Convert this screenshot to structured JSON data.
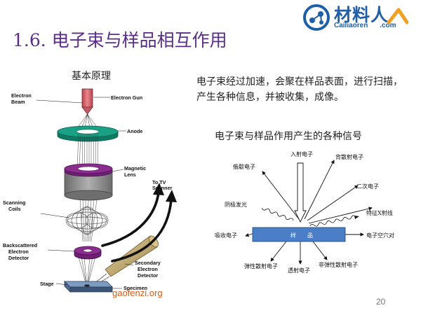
{
  "slide": {
    "title": "1.6. 电子束与样品相互作用",
    "page_number": "20"
  },
  "logo": {
    "chinese": "材料人",
    "latin": "Cailiaoren",
    "domain": ".com"
  },
  "left_panel": {
    "heading": "基本原理",
    "labels": {
      "electron_beam_1": "Electron",
      "electron_beam_2": "Beam",
      "electron_gun": "Electron Gun",
      "anode": "Anode",
      "magnetic_lens_1": "Magnetic",
      "magnetic_lens_2": "Lens",
      "to_tv_1": "To TV",
      "to_tv_2": "Scanner",
      "scanning_coils_1": "Scanning",
      "scanning_coils_2": "Coils",
      "bse_1": "Backscattered",
      "bse_2": "Electron",
      "bse_3": "Detector",
      "se_1": "Secondary",
      "se_2": "Electron",
      "se_3": "Detector",
      "stage": "Stage",
      "specimen": "Specimen"
    },
    "watermark": "gaofenzi.org"
  },
  "description": "电子束经过加速，会聚在样品表面，进行扫描，产生各种信息，并被收集，成像。",
  "signals_diagram": {
    "heading": "电子束与样品作用产生的各种信号",
    "sample_label": "样　　品",
    "signals": {
      "incident": "入射电子",
      "backscattered": "背散射电子",
      "auger": "俄歇电子",
      "secondary": "二次电子",
      "cathodoluminescence": "阴极发光",
      "xray": "特征X射线",
      "absorbed": "吸收电子",
      "hole": "电子空穴对",
      "elastic": "弹性散射电子",
      "transmitted": "透射电子",
      "inelastic": "非弹性散射电子"
    }
  },
  "colors": {
    "title": "#5b2d8a",
    "logo": "#1f5fa8",
    "gun": "#d9636b",
    "anode": "#1aa185",
    "lens": "#8b2c8f",
    "sample_bar": "#4a7fc7",
    "cone": "#c9b47a",
    "watermark": "#d85a16"
  }
}
